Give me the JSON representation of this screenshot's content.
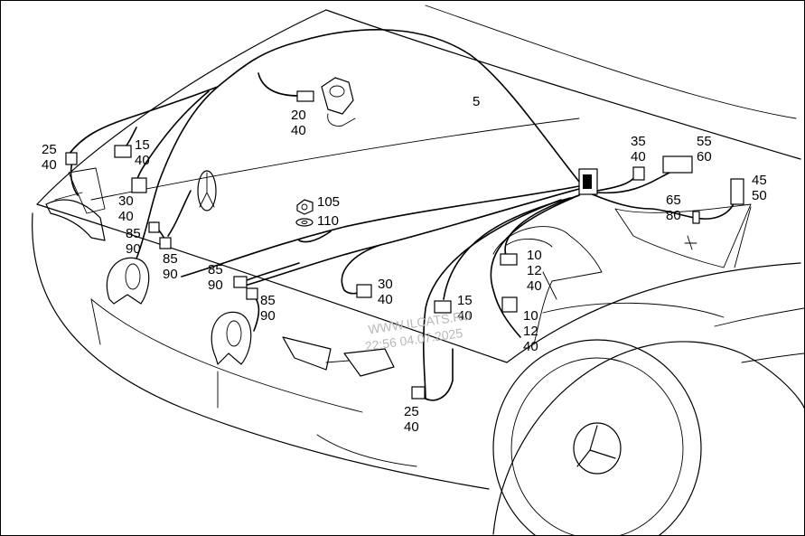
{
  "labels": {
    "p5": "5",
    "p20": "20",
    "p40a": "40",
    "p25a": "25",
    "p40b": "40",
    "p15a": "15",
    "p40c": "40",
    "p30a": "30",
    "p40d": "40",
    "p85a": "85",
    "p90a": "90",
    "p85b": "85",
    "p90b": "90",
    "p105": "105",
    "p110": "110",
    "p85c": "85",
    "p90c": "90",
    "p85d": "85",
    "p90d": "90",
    "p30b": "30",
    "p40e": "40",
    "p15b": "15",
    "p40f": "40",
    "p10a": "10",
    "p12a": "12",
    "p40g": "40",
    "p10b": "10",
    "p12b": "12",
    "p40h": "40",
    "p25b": "25",
    "p40i": "40",
    "p35": "35",
    "p40j": "40",
    "p55": "55",
    "p60": "60",
    "p45": "45",
    "p50": "50",
    "p65": "65",
    "p80": "80"
  },
  "watermark": {
    "line1": "WWW.ILCATS.RU",
    "line2": "22:56 04.07.2025"
  }
}
